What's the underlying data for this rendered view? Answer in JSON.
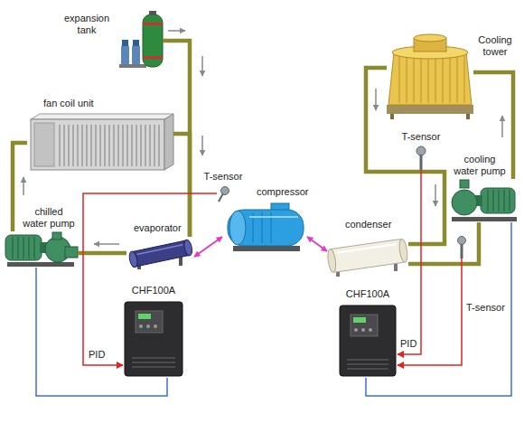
{
  "diagram": {
    "nodes": [
      {
        "text": [
          "expansion tank"
        ]
      },
      {
        "text": [
          "Cooling tower"
        ]
      },
      {
        "text": [
          "fan coil unit"
        ]
      },
      {
        "text": [
          "T-sensor"
        ]
      },
      {
        "text": [
          "cooling water pump"
        ]
      },
      {
        "text": [
          "T-sensor"
        ]
      },
      {
        "text": [
          "compressor"
        ]
      },
      {
        "text": [
          "chilled water pump"
        ]
      },
      {
        "text": [
          "condenser"
        ]
      },
      {
        "text": [
          "evaporator"
        ]
      },
      {
        "text": [
          "CHF100A"
        ]
      },
      {
        "text": [
          "CHF100A"
        ]
      },
      {
        "text": [
          "T-sensor"
        ]
      }
    ],
    "edges": [
      {
        "from": 0,
        "to": 9,
        "arrow": "none"
      },
      {
        "from": 2,
        "to": 9,
        "arrow": "none"
      },
      {
        "from": 9,
        "to": 7,
        "arrow": "none"
      },
      {
        "from": 7,
        "to": 2,
        "arrow": "none"
      },
      {
        "from": 1,
        "to": 8,
        "arrow": "none"
      },
      {
        "from": 8,
        "to": 4,
        "arrow": "none"
      },
      {
        "from": 4,
        "to": 1,
        "arrow": "none"
      },
      {
        "from": 9,
        "to": 6,
        "arrow": "both"
      },
      {
        "from": 6,
        "to": 8,
        "arrow": "both"
      },
      {
        "from": 5,
        "to": 10,
        "arrow": "to",
        "label": "PID"
      },
      {
        "from": 3,
        "to": 11,
        "arrow": "to",
        "label": "PID"
      },
      {
        "from": 12,
        "to": 11,
        "arrow": "to"
      },
      {
        "from": 10,
        "to": 7,
        "arrow": "none"
      },
      {
        "from": 11,
        "to": 4,
        "arrow": "none"
      }
    ]
  }
}
